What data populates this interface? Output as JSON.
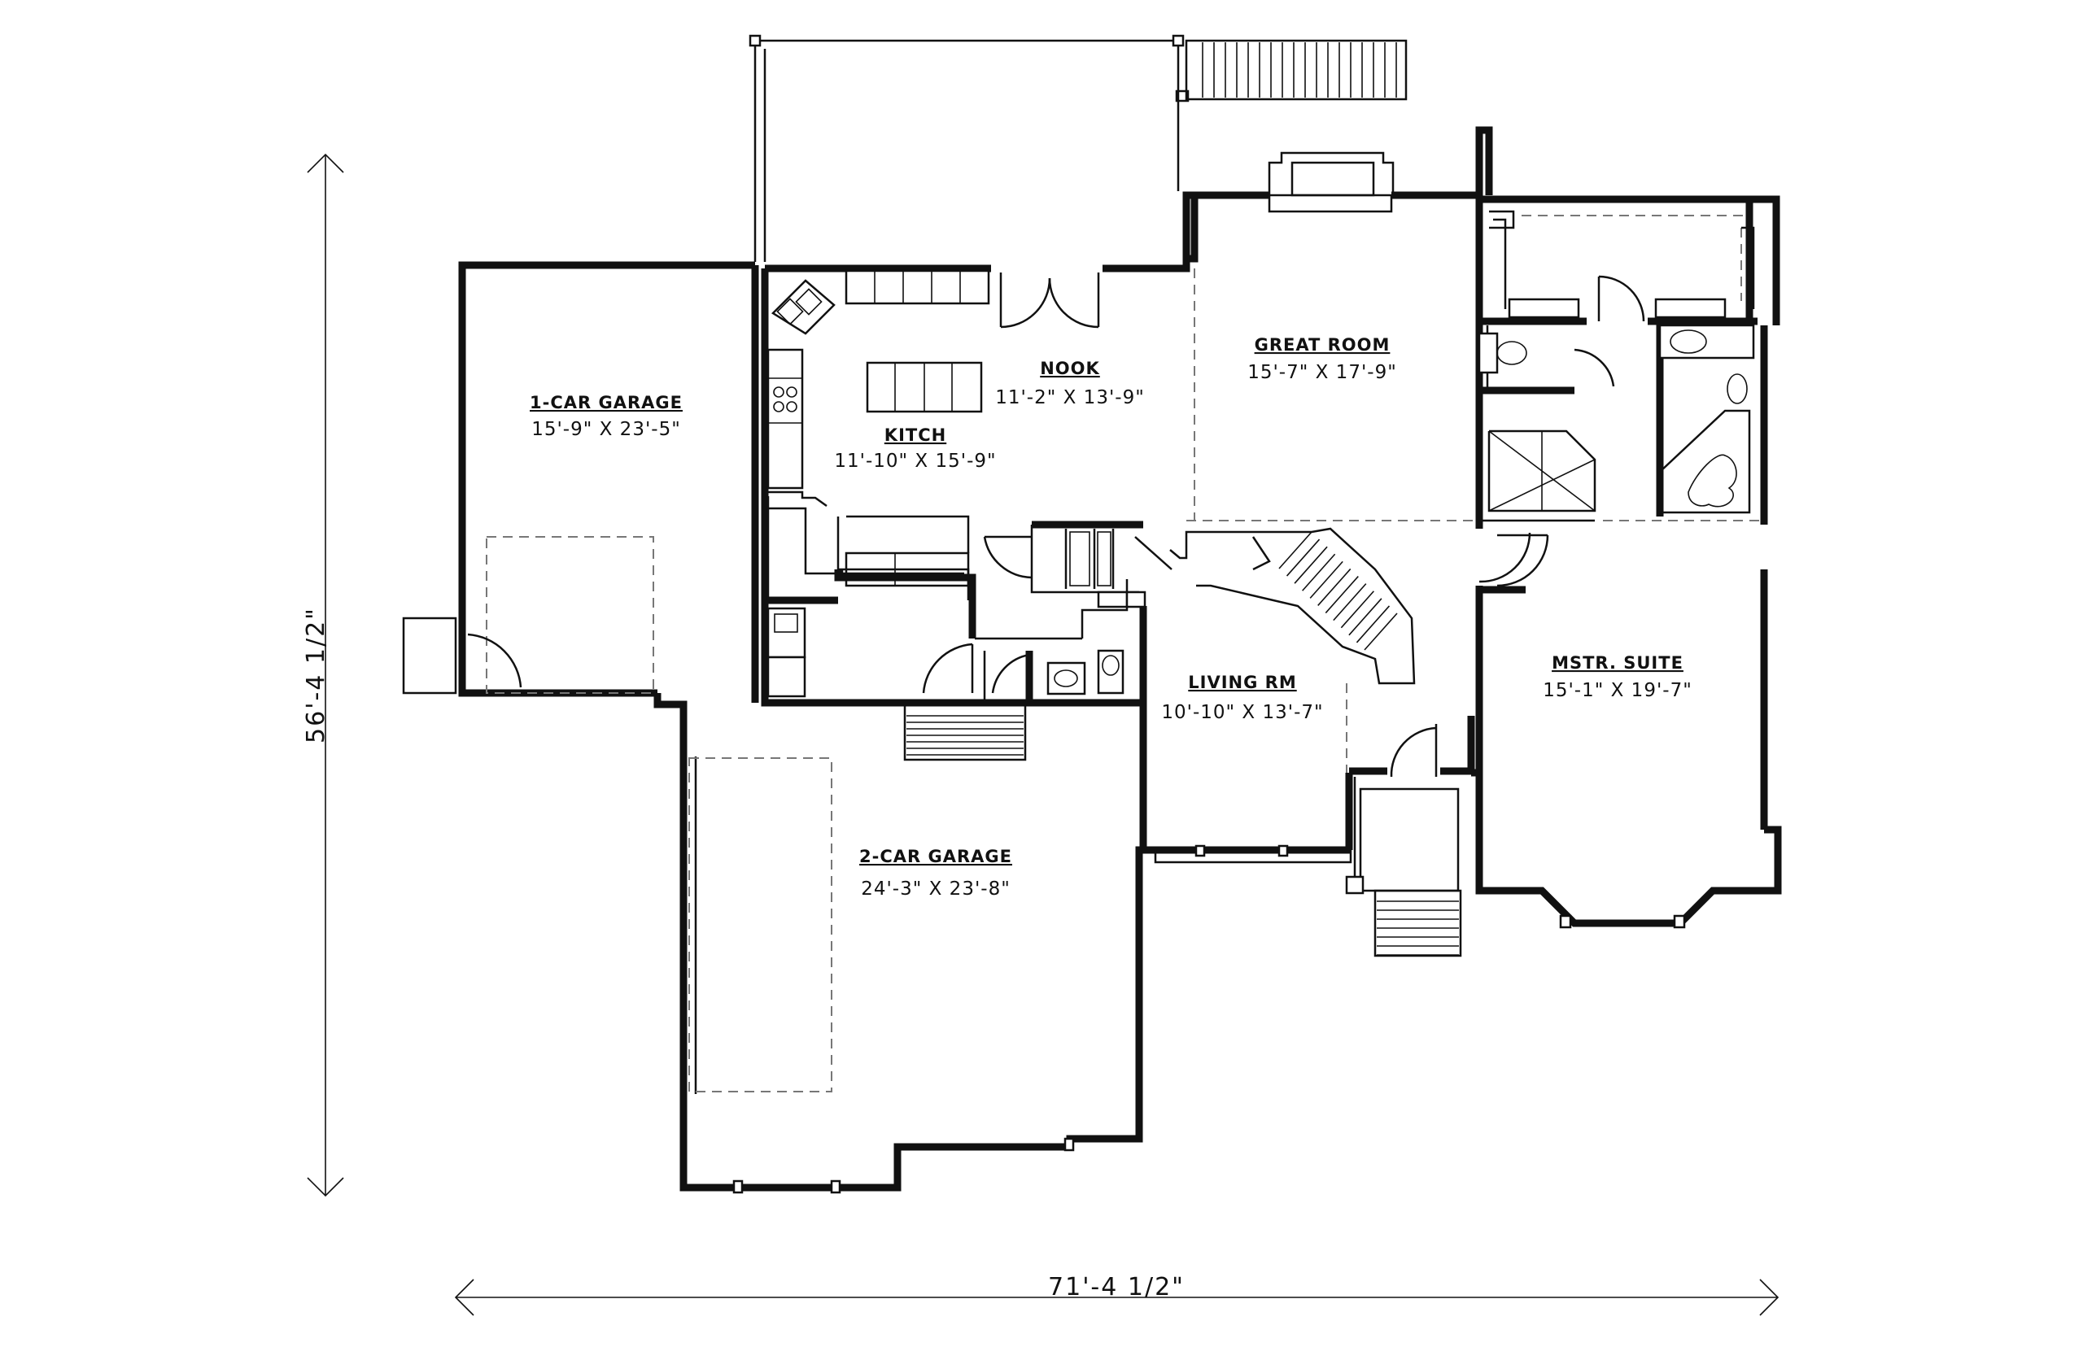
{
  "rooms": {
    "garage_1": {
      "name": "1-CAR GARAGE",
      "dims": "15'-9\" X 23'-5\""
    },
    "nook": {
      "name": "NOOK",
      "dims": "11'-2\" X 13'-9\""
    },
    "kitchen": {
      "name": "KITCH",
      "dims": "11'-10\" X 15'-9\""
    },
    "great_room": {
      "name": "GREAT ROOM",
      "dims": "15'-7\" X 17'-9\""
    },
    "living": {
      "name": "LIVING RM",
      "dims": "10'-10\" X 13'-7\""
    },
    "master": {
      "name": "MSTR. SUITE",
      "dims": "15'-1\" X 19'-7\""
    },
    "garage_2": {
      "name": "2-CAR GARAGE",
      "dims": "24'-3\" X 23'-8\""
    }
  },
  "overall": {
    "depth": "56'-4 1/2\"",
    "width": "71'-4 1/2\""
  }
}
